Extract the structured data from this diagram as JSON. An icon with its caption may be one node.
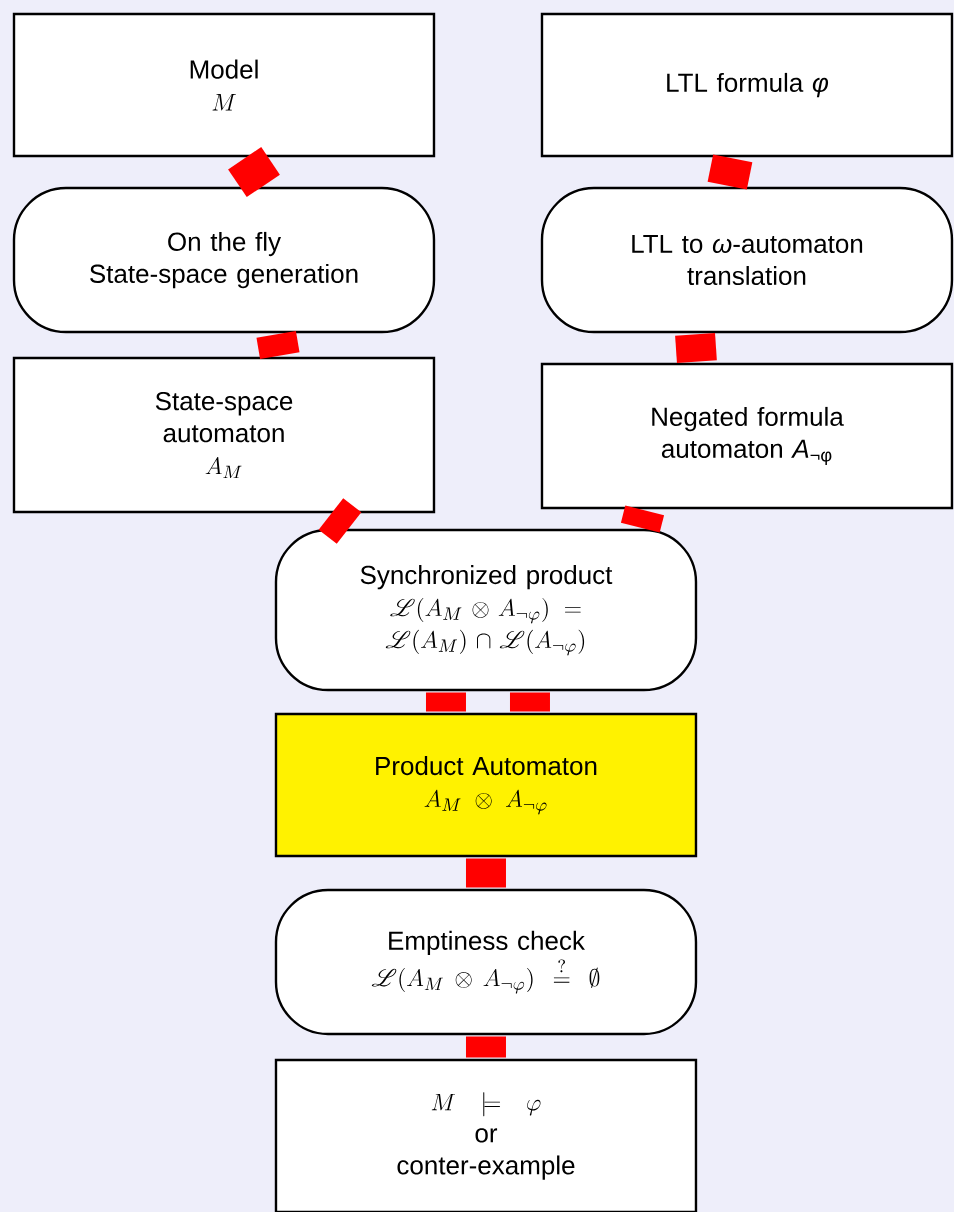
{
  "diagram": {
    "nodes": [
      {
        "text": [
          "Model",
          "M"
        ]
      },
      {
        "text": [
          "On the fly",
          "State-space generation"
        ]
      },
      {
        "text": [
          "State-space automaton",
          "A_M"
        ]
      },
      {
        "text": [
          "LTL formula *φ*"
        ]
      },
      {
        "text": [
          "LTL to *ω*-automaton translation"
        ]
      },
      {
        "text": [
          "Negated formula automaton *A*$_{¬φ}$"
        ]
      },
      {
        "text": [
          "Synchronized product",
          "\\mathscr{L}(A_M \\otimes A_{\\neg\\varphi}) = \\mathscr{L}(A_M) \\cap \\mathscr{L}(A_{\\neg\\varphi})"
        ]
      },
      {
        "text": [
          "Product Automaton",
          "A_M \\otimes A_{\\neg\\varphi}"
        ]
      },
      {
        "text": [
          "Emptiness check",
          "\\mathscr{L}(A_M \\otimes A_{\\neg\\varphi}) \\stackrel{?}{=} \\emptyset"
        ]
      },
      {
        "text": [
          "M \\models \\varphi",
          "or",
          "conter-example"
        ]
      }
    ],
    "edges": [
      {
        "from": 0,
        "to": 1,
        "arrow": "none"
      },
      {
        "from": 1,
        "to": 2,
        "arrow": "none"
      },
      {
        "from": 2,
        "to": 6,
        "arrow": "none"
      },
      {
        "from": 3,
        "to": 4,
        "arrow": "none"
      },
      {
        "from": 4,
        "to": 5,
        "arrow": "none"
      },
      {
        "from": 5,
        "to": 6,
        "arrow": "none"
      },
      {
        "from": 6,
        "to": 7,
        "arrow": "none"
      },
      {
        "from": 6,
        "to": 7,
        "arrow": "none"
      },
      {
        "from": 7,
        "to": 8,
        "arrow": "none"
      },
      {
        "from": 8,
        "to": 9,
        "arrow": "none"
      }
    ]
  }
}
